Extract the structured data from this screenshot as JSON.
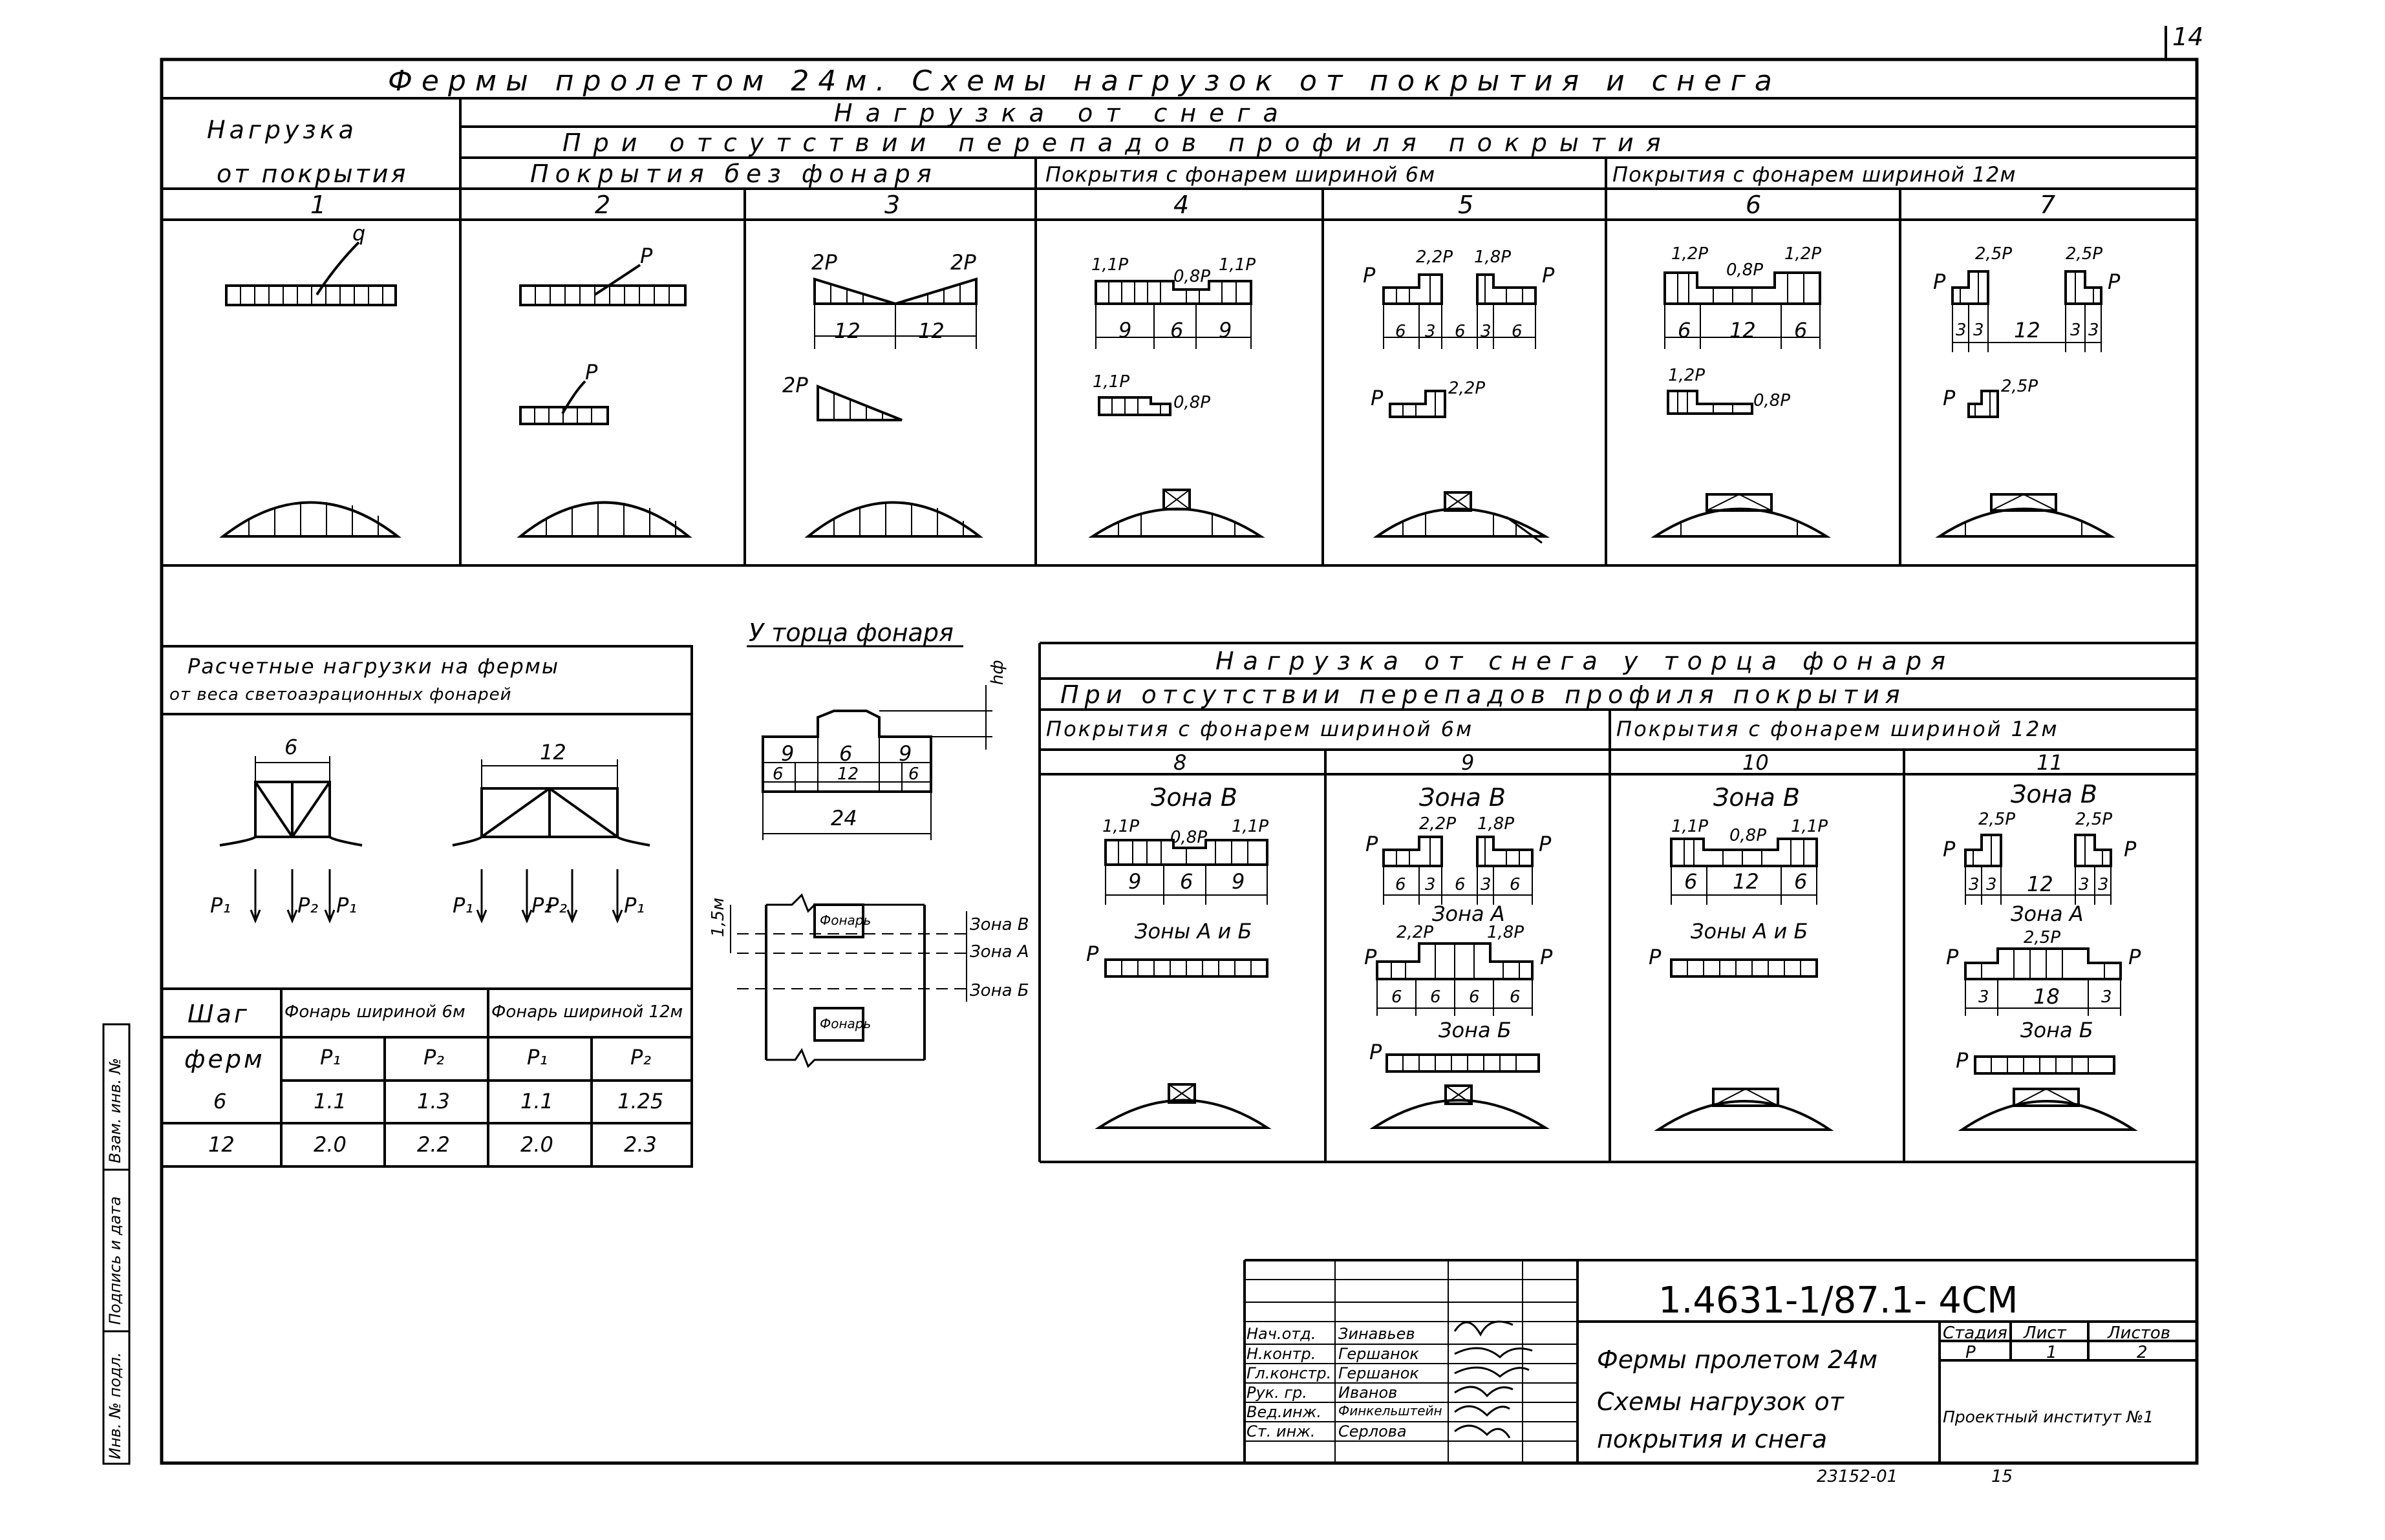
{
  "page_number": "14",
  "header": {
    "title": "Фермы пролетом 24м. Схемы нагрузок от покрытия и снега"
  },
  "top_table": {
    "roof_load_header_1": "Нагрузка",
    "roof_load_header_2": "от покрытия",
    "snow_header": "Нагрузка от снега",
    "no_drop_header": "При отсутствии перепадов профиля покрытия",
    "group_no_lantern": "Покрытия без фонаря",
    "group_lantern_6": "Покрытия с фонарем шириной 6м",
    "group_lantern_12": "Покрытия с фонарем шириной 12м",
    "columns": [
      "1",
      "2",
      "3",
      "4",
      "5",
      "6",
      "7"
    ],
    "labels": {
      "q": "q",
      "p": "P",
      "p2": "P",
      "two_p_left": "2P",
      "two_p_right": "2P",
      "two_p_tri": "2P",
      "dim_12a": "12",
      "dim_12b": "12",
      "c4_11a": "1,1P",
      "c4_08": "0,8P",
      "c4_11b": "1,1P",
      "c4_9a": "9",
      "c4_6": "6",
      "c4_9b": "9",
      "c4_b11": "1,1P",
      "c4_b08": "0,8P",
      "c5_p1": "P",
      "c5_22": "2,2P",
      "c5_18": "1,8P",
      "c5_p2": "P",
      "c5_6a": "6",
      "c5_3a": "3",
      "c5_6b": "6",
      "c5_3b": "3",
      "c5_6c": "6",
      "c5_bp": "P",
      "c5_b22": "2,2P",
      "c6_12a": "1,2P",
      "c6_08": "0,8P",
      "c6_12b": "1,2P",
      "c6_6a": "6",
      "c6_12": "12",
      "c6_6b": "6",
      "c6_b12": "1,2P",
      "c6_b08": "0,8P",
      "c7_25a": "2,5P",
      "c7_25b": "2,5P",
      "c7_p1": "P",
      "c7_p2": "P",
      "c7_3a": "3",
      "c7_3b": "3",
      "c7_12": "12",
      "c7_3c": "3",
      "c7_3d": "3",
      "c7_bp": "P",
      "c7_b25": "2,5P"
    }
  },
  "lantern_loads": {
    "title_1": "Расчетные нагрузки на фермы",
    "title_2": "от веса светоаэрационных фонарей",
    "dim_6": "6",
    "dim_12": "12",
    "p1a": "P₁",
    "p2a": "P₂",
    "p1b": "P₁",
    "p1c": "P₁",
    "p2c": "P₂",
    "p2d": "P₂",
    "p1d": "P₁",
    "table": {
      "step_header_1": "Шаг",
      "step_header_2": "ферм",
      "lantern_6_header": "Фонарь шириной 6м",
      "lantern_12_header": "Фонарь шириной 12м",
      "sub": [
        "P₁",
        "P₂",
        "P₁",
        "P₂"
      ],
      "rows": [
        [
          "6",
          "1.1",
          "1.3",
          "1.1",
          "1.25"
        ],
        [
          "12",
          "2.0",
          "2.2",
          "2.0",
          "2.3"
        ]
      ]
    }
  },
  "end_detail": {
    "title": "У торца фонаря",
    "hf": "hф",
    "d9a": "9",
    "d6": "6",
    "d9b": "9",
    "d6a": "6",
    "d12": "12",
    "d6b": "6",
    "d24": "24",
    "d15": "1,5м",
    "lantern_a": "Фонарь",
    "lantern_b": "Фонарь",
    "zone_v": "Зона В",
    "zone_a": "Зона А",
    "zone_b": "Зона Б"
  },
  "bottom_table": {
    "snow_header": "Нагрузка от снега у торца фонаря",
    "no_drop_header": "При отсутствии перепадов профиля покрытия",
    "group_lantern_6": "Покрытия с фонарем шириной 6м",
    "group_lantern_12": "Покрытия с фонарем шириной 12м",
    "columns": [
      "8",
      "9",
      "10",
      "11"
    ],
    "labels": {
      "c8_zone": "Зона В",
      "c8_11a": "1,1P",
      "c8_08": "0,8P",
      "c8_11b": "1,1P",
      "c8_9a": "9",
      "c8_6": "6",
      "c8_9b": "9",
      "c8_zones": "Зоны А и Б",
      "c8_p": "P",
      "c9_zone": "Зона В",
      "c9_22": "2,2P",
      "c9_18": "1,8P",
      "c9_p1": "P",
      "c9_p2": "P",
      "c9_6a": "6",
      "c9_3a": "3",
      "c9_6b": "6",
      "c9_3b": "3",
      "c9_6c": "6",
      "c9_zone_a": "Зона А",
      "c9_22b": "2,2P",
      "c9_18b": "1,8P",
      "c9_p3": "P",
      "c9_p4": "P",
      "c9_6d": "6",
      "c9_6e": "6",
      "c9_6f": "6",
      "c9_6g": "6",
      "c9_zone_b": "Зона Б",
      "c9_p5": "P",
      "c10_zone": "Зона В",
      "c10_11a": "1,1P",
      "c10_08": "0,8P",
      "c10_11b": "1,1P",
      "c10_6a": "6",
      "c10_12": "12",
      "c10_6b": "6",
      "c10_zones": "Зоны А и Б",
      "c10_p": "P",
      "c11_zone": "Зона В",
      "c11_25a": "2,5P",
      "c11_25b": "2,5P",
      "c11_p1": "P",
      "c11_p2": "P",
      "c11_3a": "3",
      "c11_3b": "3",
      "c11_12": "12",
      "c11_3c": "3",
      "c11_3d": "3",
      "c11_zone_a": "Зона А",
      "c11_25c": "2,5P",
      "c11_p3": "P",
      "c11_p4": "P",
      "c11_3e": "3",
      "c11_18": "18",
      "c11_3f": "3",
      "c11_zone_b": "Зона Б",
      "c11_p5": "P"
    }
  },
  "side_stamp": [
    "Инв. № подл.",
    "Подпись и дата",
    "Взам. инв. №"
  ],
  "title_block": {
    "doc_code": "1.4631-1/87.1- 4СМ",
    "roles": [
      "Нач.отд.",
      "Н.контр.",
      "Гл.констр.",
      "Рук. гр.",
      "Вед.инж.",
      "Ст. инж."
    ],
    "names": [
      "Зинавьев",
      "Гершанок",
      "Гершанок",
      "Иванов",
      "Финкельштейн",
      "Серлова"
    ],
    "title_1": "Фермы пролетом 24м",
    "title_2": "Схемы нагрузок от",
    "title_3": "покрытия и снега",
    "stage_header": "Стадия",
    "sheet_header": "Лист",
    "sheets_header": "Листов",
    "stage": "Р",
    "sheet": "1",
    "sheets": "2",
    "org": "Проектный институт №1",
    "footer_number": "23152-01",
    "footer_page": "15"
  }
}
